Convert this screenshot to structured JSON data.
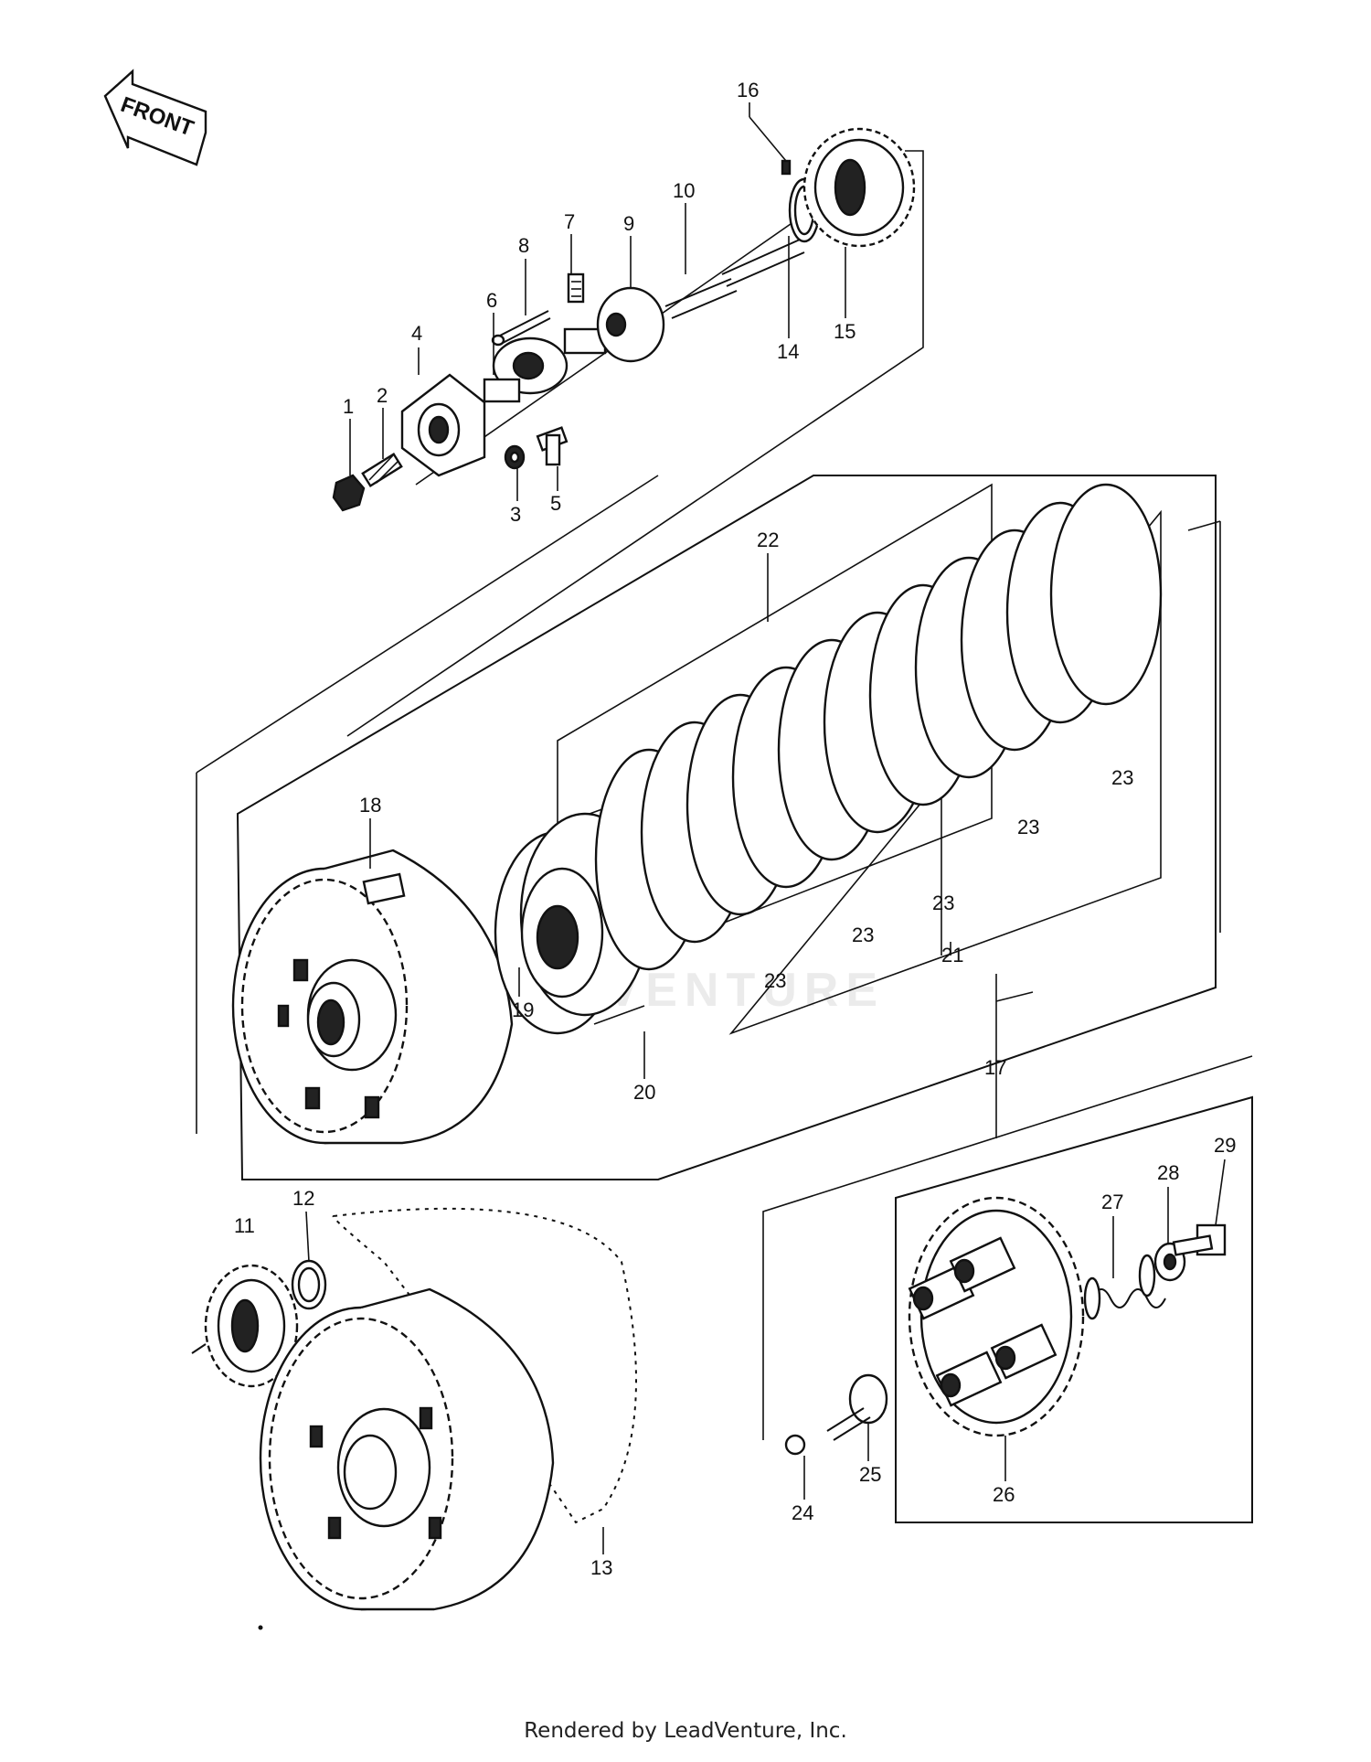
{
  "front_label": "FRONT",
  "watermark": "LEADVENTURE",
  "credit": "Rendered by LeadVenture, Inc.",
  "callouts": [
    {
      "id": "1",
      "label": "1"
    },
    {
      "id": "2",
      "label": "2"
    },
    {
      "id": "3",
      "label": "3"
    },
    {
      "id": "4",
      "label": "4"
    },
    {
      "id": "5",
      "label": "5"
    },
    {
      "id": "6",
      "label": "6"
    },
    {
      "id": "7",
      "label": "7"
    },
    {
      "id": "8",
      "label": "8"
    },
    {
      "id": "9",
      "label": "9"
    },
    {
      "id": "10",
      "label": "10"
    },
    {
      "id": "11",
      "label": "11"
    },
    {
      "id": "12",
      "label": "12"
    },
    {
      "id": "13",
      "label": "13"
    },
    {
      "id": "14",
      "label": "14"
    },
    {
      "id": "15",
      "label": "15"
    },
    {
      "id": "16",
      "label": "16"
    },
    {
      "id": "17",
      "label": "17"
    },
    {
      "id": "18",
      "label": "18"
    },
    {
      "id": "19",
      "label": "19"
    },
    {
      "id": "20",
      "label": "20"
    },
    {
      "id": "21",
      "label": "21"
    },
    {
      "id": "22",
      "label": "22"
    },
    {
      "id": "23a",
      "label": "23"
    },
    {
      "id": "23b",
      "label": "23"
    },
    {
      "id": "23c",
      "label": "23"
    },
    {
      "id": "23d",
      "label": "23"
    },
    {
      "id": "23e",
      "label": "23"
    },
    {
      "id": "24",
      "label": "24"
    },
    {
      "id": "25",
      "label": "25"
    },
    {
      "id": "26",
      "label": "26"
    },
    {
      "id": "27",
      "label": "27"
    },
    {
      "id": "28",
      "label": "28"
    },
    {
      "id": "29",
      "label": "29"
    }
  ]
}
